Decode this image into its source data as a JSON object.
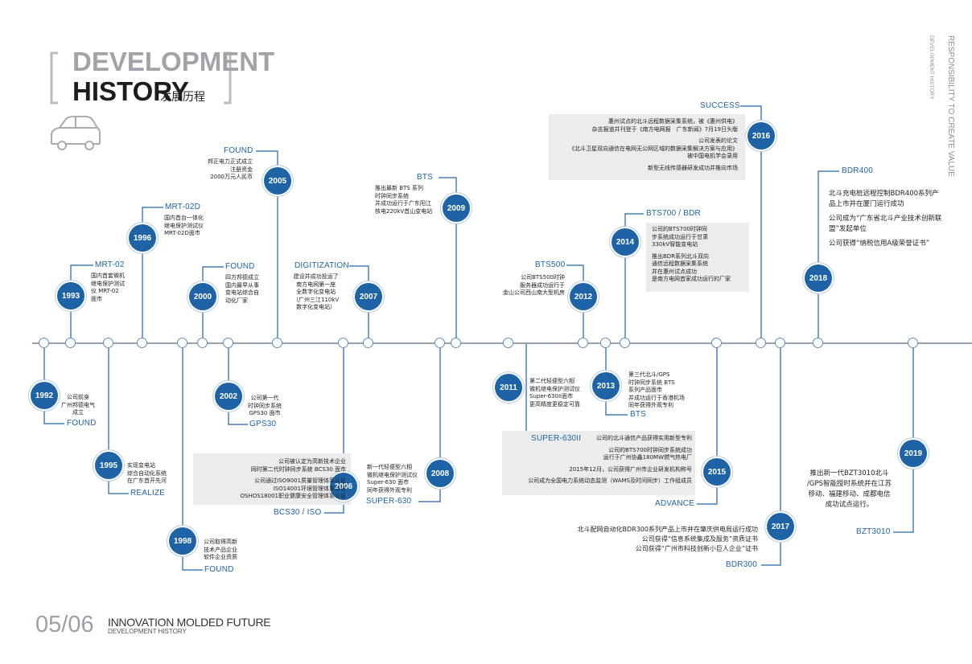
{
  "header": {
    "title_line1": "DEVELOPMENT",
    "title_line2": "HISTORY",
    "title_cn": "发展历程"
  },
  "side": {
    "line1": "RESPONSIBILITY TO CREATE VALUE",
    "line2": "DEVELOPMENT HISTORY"
  },
  "footer": {
    "page": "05/06",
    "title": "INNOVATION MOLDED FUTURE",
    "subtitle": "DEVELOPMENT HISTORY"
  },
  "colors": {
    "accent": "#1f63a7",
    "axis": "#9aa3ad",
    "box": "#ececec"
  },
  "events": {
    "e1992": {
      "year": "1992",
      "label": "FOUND",
      "lines": [
        "公司前身",
        "广州邦德电气",
        "成立"
      ]
    },
    "e1993": {
      "year": "1993",
      "label": "MRT-02",
      "lines": [
        "国内首套微机",
        "继电保护测试",
        "仪 MRT-02",
        "面市"
      ]
    },
    "e1995": {
      "year": "1995",
      "label": "REALIZE",
      "lines": [
        "实现变电站",
        "综合自动化系统",
        "在广东首开先河"
      ]
    },
    "e1996": {
      "year": "1996",
      "label": "MRT-02D",
      "lines": [
        "国内首台一体化",
        "继电保护测试仪",
        "MRT-02D面市"
      ]
    },
    "e1998": {
      "year": "1998",
      "label": "FOUND",
      "lines": [
        "公司取得高新",
        "技术产品企业",
        "软件企业资质"
      ]
    },
    "e2000": {
      "year": "2000",
      "label": "FOUND",
      "lines": [
        "四方邦德成立",
        "国内最早从事",
        "变电站综合自",
        "动化厂家"
      ]
    },
    "e2002": {
      "year": "2002",
      "label": "GPS30",
      "lines": [
        "公司第一代",
        "时钟同步系统",
        "GPS30 面市"
      ]
    },
    "e2005": {
      "year": "2005",
      "label": "FOUND",
      "lines": [
        "邦正电力正式成立",
        "注册资金",
        "2000万元人民币"
      ]
    },
    "e2006": {
      "year": "2006",
      "label": "BCS30 / ISO",
      "lines": [
        "公司被认定为高新技术企业",
        "同时第二代时钟同步系统 BCS30 面市",
        "",
        "公司通过ISO9001质量管理体系认证",
        "ISO14001环境管理体系认证",
        "OSHOS18001职业健康安全管理体系认证"
      ]
    },
    "e2007": {
      "year": "2007",
      "label": "DIGITIZATION",
      "lines": [
        "建设并成功投运了",
        "南方电网第一座",
        "全数字化变电站",
        "（广州三江110kV",
        "数字化变电站）"
      ]
    },
    "e2008": {
      "year": "2008",
      "label": "SUPER-630",
      "lines": [
        "新一代轻便型六相",
        "微机继电保护测试仪",
        "Super-630 面市",
        "同年获得外观专利"
      ]
    },
    "e2009": {
      "year": "2009",
      "label": "BTS",
      "lines": [
        "推出最新 BTS 系列",
        "时钟同步系统",
        "并成功运行于广东阳江",
        "核电220kV首山变电站"
      ]
    },
    "e2011": {
      "year": "2011",
      "label": "SUPER-630II",
      "lines": [
        "第二代轻便型六相",
        "微机继电保护测试仪",
        "Super-630II面市",
        "更高精度更稳定可靠"
      ]
    },
    "e2012": {
      "year": "2012",
      "label": "BTS500",
      "lines": [
        "公司BTS500时钟",
        "服务器成功运行于",
        "金山公司西山南大型机房"
      ]
    },
    "e2013": {
      "year": "2013",
      "label": "BTS",
      "lines": [
        "第三代北斗/GPS",
        "时钟同步系统 BTS",
        "系列产品面市",
        "并成功运行于香港机场",
        "同年获得外观专利"
      ]
    },
    "e2014": {
      "year": "2014",
      "label": "BTS700 / BDR",
      "lines": [
        "公司的BTS700时钟同",
        "步系统成功运行于甘肃",
        "330kV智能变电站",
        "",
        "推出BDR系列北斗双向",
        "通信远程数据采集系统",
        "并在惠州试点成功",
        "是南方电网首家成功运行的厂家"
      ]
    },
    "e2015": {
      "year": "2015",
      "label": "ADVANCE",
      "lines": [
        "公司的北斗通信产品获得实用新型专利",
        "",
        "公司的BTS700时钟同步系统成功",
        "运行于广州协鑫180MW燃气热电厂",
        "",
        "2015年12月，公司获得广州市企业研发机构称号",
        "",
        "公司成为全国电力系统动态监测（WAMS及时间同步）工作组成员"
      ]
    },
    "e2016": {
      "year": "2016",
      "label": "SUCCESS",
      "lines": [
        "惠州试点的北斗远程数据采集系统，被《惠州供电》",
        "杂志报道并刊登于《南方电网报　广东新闻》7月19日头版",
        "",
        "公司发表的论文",
        "《北斗卫星双向通信在电网无公网区域的数据采集解决方案与应用》",
        "被中国电机学会录用",
        "",
        "新型无线传感器研发成功并推向市场"
      ]
    },
    "e2017": {
      "year": "2017",
      "label": "BDR300",
      "lines": [
        "北斗配网自动化BDR300系列产品上市并在肇庆供电局运行成功",
        "公司获得“信息系统集成及服务”资质证书",
        "公司获得“广州市科技创新小巨人企业”证书"
      ]
    },
    "e2018": {
      "year": "2018",
      "label": "BDR400",
      "lines": [
        "北斗充电桩远程控制BDR400系列产",
        "品上市并在厦门运行成功",
        "",
        "公司成为“广东省北斗产业技术创新联",
        "盟”发起单位",
        "",
        "公司获得“纳税信用A级荣誉证书”"
      ]
    },
    "e2019": {
      "year": "2019",
      "label": "BZT3010",
      "lines": [
        "推出新一代BZT3010北斗",
        "/GPS智能授时系统并在江苏",
        "移动、福建移动、成都电信",
        "成功试点运行。"
      ]
    }
  }
}
